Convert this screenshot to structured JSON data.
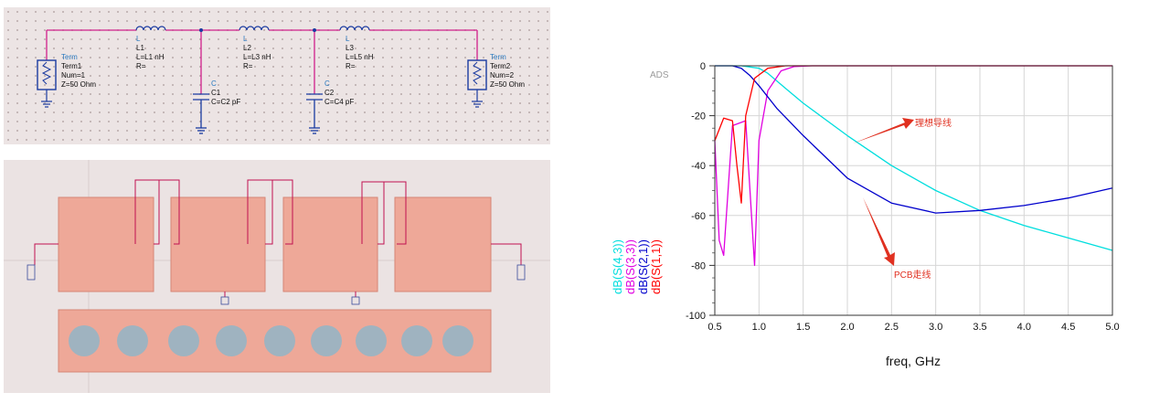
{
  "schematic": {
    "term1": {
      "title": "Term",
      "name": "Term1",
      "num": "Num=1",
      "z": "Z=50 Ohm"
    },
    "term2": {
      "title": "Term",
      "name": "Term2",
      "num": "Num=2",
      "z": "Z=50 Ohm"
    },
    "inductors": [
      {
        "type": "L",
        "name": "L1",
        "value": "L=L1 nH",
        "r": "R="
      },
      {
        "type": "L",
        "name": "L2",
        "value": "L=L3 nH",
        "r": "R="
      },
      {
        "type": "L",
        "name": "L3",
        "value": "L=L5 nH",
        "r": "R="
      }
    ],
    "capacitors": [
      {
        "type": "C",
        "name": "C1",
        "value": "C=C2 pF"
      },
      {
        "type": "C",
        "name": "C2",
        "value": "C=C4 pF"
      }
    ]
  },
  "plot": {
    "logo": "ADS",
    "xlabel": "freq, GHz",
    "x_ticks": [
      "0.5",
      "1.0",
      "1.5",
      "2.0",
      "2.5",
      "3.0",
      "3.5",
      "4.0",
      "4.5",
      "5.0"
    ],
    "y_ticks": [
      "0",
      "-20",
      "-40",
      "-60",
      "-80",
      "-100"
    ],
    "ylabels": [
      {
        "text": "dB(S(4,3))",
        "color": "#00dede"
      },
      {
        "text": "dB(S(3,3))",
        "color": "#e000e0"
      },
      {
        "text": "dB(S(2,1))",
        "color": "#0000cc"
      },
      {
        "text": "dB(S(1,1))",
        "color": "#ff0000"
      }
    ],
    "annotations": {
      "ideal": "理想导线",
      "pcb": "PCB走线"
    }
  },
  "chart_data": {
    "type": "line",
    "xlabel": "freq, GHz",
    "xlim": [
      0.5,
      5.0
    ],
    "ylim": [
      -100,
      0
    ],
    "series": [
      {
        "name": "dB(S(4,3))",
        "color": "#00dede",
        "x": [
          0.5,
          0.8,
          1.0,
          1.1,
          1.3,
          1.5,
          2.0,
          2.5,
          3.0,
          3.5,
          4.0,
          4.5,
          5.0
        ],
        "y": [
          0,
          0,
          -1,
          -3,
          -9,
          -15,
          -28,
          -40,
          -50,
          -58,
          -64,
          -69,
          -74
        ]
      },
      {
        "name": "dB(S(3,3))",
        "color": "#e000e0",
        "x": [
          0.5,
          0.55,
          0.6,
          0.7,
          0.85,
          0.95,
          1.0,
          1.1,
          1.25,
          1.4,
          1.6,
          5.0
        ],
        "y": [
          -30,
          -70,
          -76,
          -24,
          -22,
          -80,
          -30,
          -10,
          -2,
          -0.3,
          0,
          0
        ]
      },
      {
        "name": "dB(S(2,1))",
        "color": "#0000cc",
        "x": [
          0.5,
          0.7,
          0.8,
          0.9,
          1.0,
          1.2,
          1.5,
          2.0,
          2.5,
          3.0,
          3.5,
          4.0,
          4.5,
          5.0
        ],
        "y": [
          0,
          0,
          -1,
          -4,
          -8,
          -17,
          -28,
          -45,
          -55,
          -59,
          -58,
          -56,
          -53,
          -49
        ]
      },
      {
        "name": "dB(S(1,1))",
        "color": "#ff0000",
        "x": [
          0.5,
          0.6,
          0.7,
          0.75,
          0.8,
          0.85,
          0.95,
          1.1,
          1.3,
          5.0
        ],
        "y": [
          -30,
          -21,
          -22,
          -40,
          -55,
          -20,
          -5,
          -1,
          0,
          0
        ]
      }
    ]
  }
}
